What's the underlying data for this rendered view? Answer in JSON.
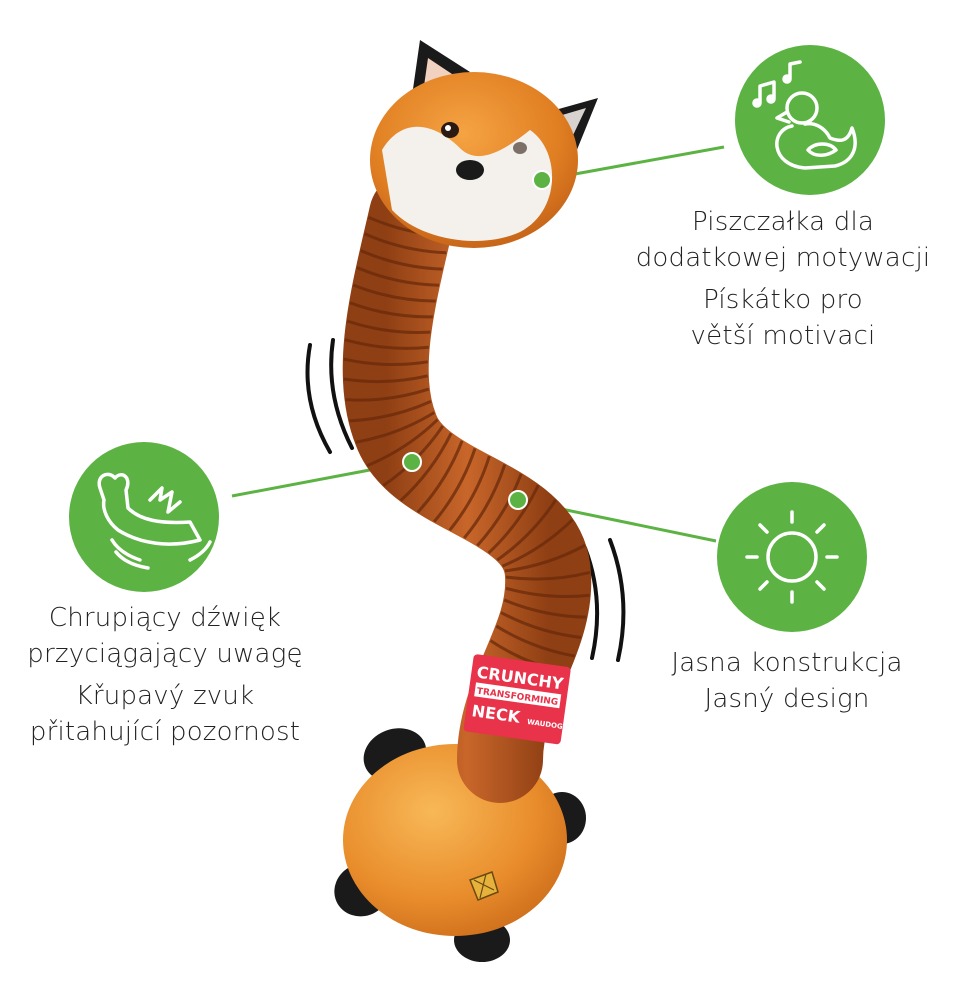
{
  "product": {
    "tag": {
      "line1": "CRUNCHY",
      "line2": "TRANSFORMING",
      "line3": "NECK",
      "brand": "WAUDOG"
    }
  },
  "features": {
    "squeaker": {
      "icon": "rubber-duck-music-icon",
      "pl_line1": "Piszczałka dla",
      "pl_line2": "dodatkowej motywacji",
      "cz_line1": "Pískátko pro",
      "cz_line2": "větší motivaci"
    },
    "crunchy": {
      "icon": "crinkle-arm-icon",
      "pl_line1": "Chrupiący dźwięk",
      "pl_line2": "przyciągający uwagę",
      "cz_line1": "Křupavý zvuk",
      "cz_line2": "přitahující pozornost"
    },
    "bright": {
      "icon": "sun-icon",
      "pl_line1": "Jasna konstrukcja",
      "cz_line1": "Jasný design"
    }
  },
  "colors": {
    "accent": "#5cb344",
    "fox_orange": "#e9852a",
    "neck_brown": "#b8561f",
    "tag_red": "#e8334a"
  }
}
